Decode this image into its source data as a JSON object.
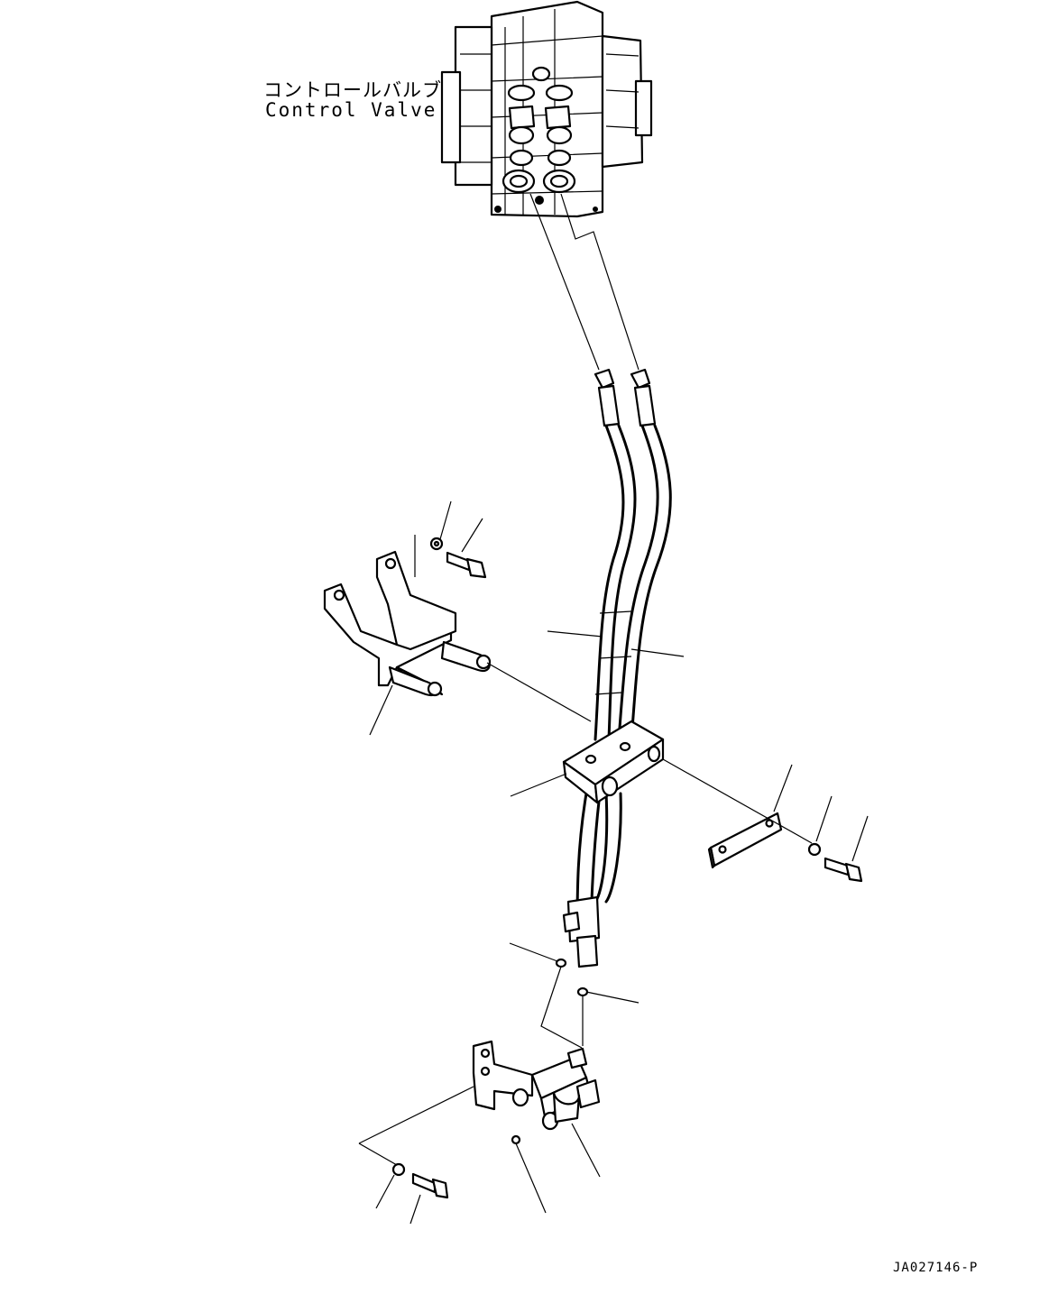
{
  "diagram": {
    "label_jp": "コントロールバルブ",
    "label_en": "Control Valve",
    "drawing_number": "JA027146-P",
    "line_color": "#000000",
    "background": "#ffffff"
  }
}
